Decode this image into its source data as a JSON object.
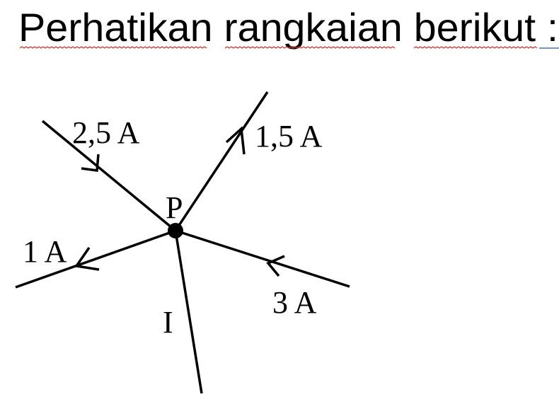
{
  "slide": {
    "title": "Perhatikan rangkaian berikut :"
  },
  "diagram": {
    "junction_label": "P",
    "branches": [
      {
        "id": "in-top-left",
        "label": "2,5 A",
        "direction": "toward-P"
      },
      {
        "id": "out-top-right",
        "label": "1,5 A",
        "direction": "away-from-P"
      },
      {
        "id": "out-left",
        "label": "1 A",
        "direction": "away-from-P"
      },
      {
        "id": "in-right",
        "label": "3 A",
        "direction": "toward-P"
      },
      {
        "id": "unknown-bottom",
        "label": "I",
        "direction": "unknown"
      }
    ]
  },
  "colors": {
    "spellcheck_underline": "#d8342a",
    "text": "#000000"
  }
}
